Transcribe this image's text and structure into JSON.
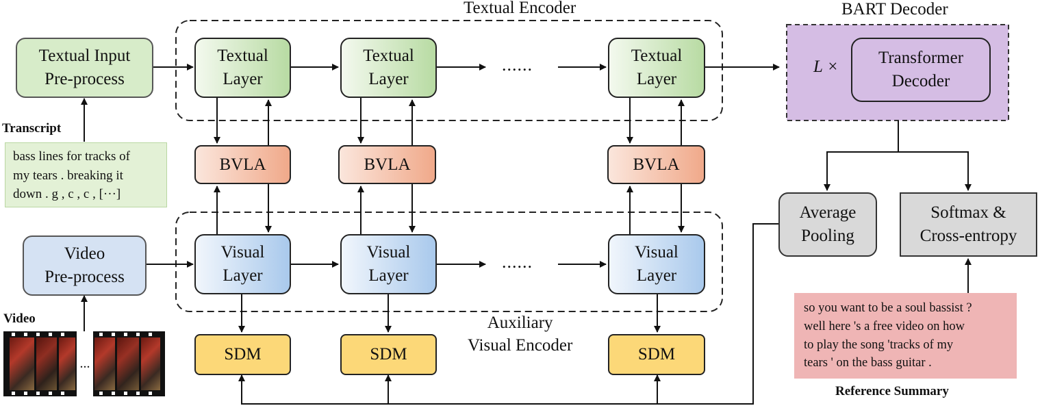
{
  "textual_encoder_title": "Textual Encoder",
  "bart_decoder_title": "BART Decoder",
  "textual_input": "Textual Input\nPre-process",
  "video_input": "Video\nPre-process",
  "transcript_label": "Transcript",
  "transcript_text": "bass lines for tracks of\nmy tears . breaking it\ndown . g , c , c , [···]",
  "video_label": "Video",
  "film_ellipsis": "...",
  "textual_layer": "Textual\nLayer",
  "visual_layer": "Visual\nLayer",
  "bvla": "BVLA",
  "sdm": "SDM",
  "dots": "......",
  "aux_encoder_title": "Auxiliary\nVisual Encoder",
  "multiplier": "L ×",
  "transformer_decoder": "Transformer\nDecoder",
  "average_pooling": "Average\nPooling",
  "softmax": "Softmax &\nCross-entropy",
  "reference_text": "so you want to be a soul bassist ?\nwell here 's a free video on how\nto play the song 'tracks of my\ntears ' on the bass guitar .",
  "reference_label": "Reference Summary",
  "colors": {
    "green": "#d7ecc9",
    "blue": "#d5e2f3",
    "bvla": "#f0a98a",
    "sdm": "#fcd878",
    "bart": "#d5bde4",
    "gray": "#d9d9d9",
    "reference": "#efb5b5"
  }
}
